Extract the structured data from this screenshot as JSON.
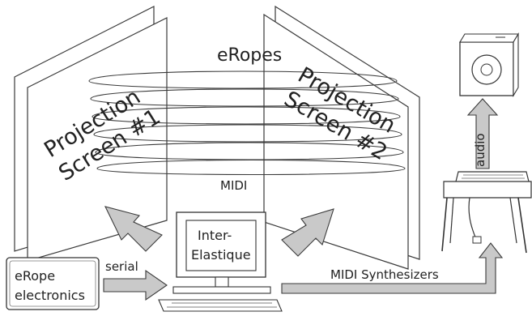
{
  "title": "eRopes",
  "labels": {
    "screen1_line1": "Projection",
    "screen1_line2": "Screen #1",
    "screen2_line1": "Projection",
    "screen2_line2": "Screen #2",
    "midi": "MIDI",
    "computer_line1": "Inter-",
    "computer_line2": "Elastique",
    "electronics_line1": "eRope",
    "electronics_line2": "electronics",
    "serial": "serial",
    "synth": "MIDI Synthesizers",
    "audio": "audio"
  },
  "icons": [
    "speaker-icon",
    "keyboard-synth-icon",
    "computer-icon"
  ],
  "colors": {
    "stroke": "#3a3a3a",
    "arrow_fill": "#c9c9c9",
    "background": "#ffffff"
  }
}
